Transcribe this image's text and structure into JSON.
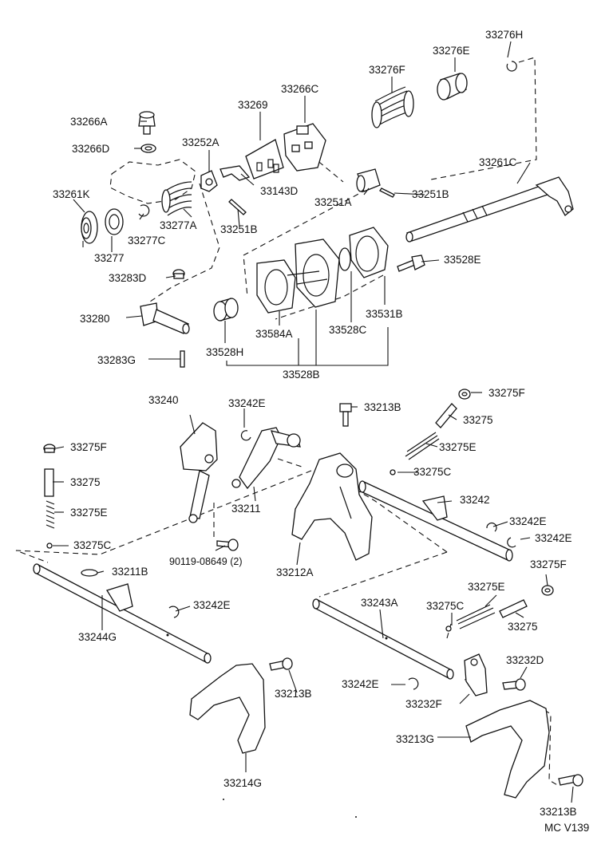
{
  "diagram_code": "MC V139",
  "labels": {
    "p33276H": "33276H",
    "p33276E": "33276E",
    "p33276F": "33276F",
    "p33266C": "33266C",
    "p33269": "33269",
    "p33266A": "33266A",
    "p33266D": "33266D",
    "p33252A": "33252A",
    "p33261C": "33261C",
    "p33261K": "33261K",
    "p33143D": "33143D",
    "p33251A": "33251A",
    "p33251B_1": "33251B",
    "p33277A": "33277A",
    "p33277C": "33277C",
    "p33251B_2": "33251B",
    "p33277": "33277",
    "p33528E": "33528E",
    "p33283D": "33283D",
    "p33280": "33280",
    "p33531B": "33531B",
    "p33584A": "33584A",
    "p33528C": "33528C",
    "p33528H": "33528H",
    "p33283G": "33283G",
    "p33528B": "33528B",
    "p33240": "33240",
    "p33242E_1": "33242E",
    "p33275F_1": "33275F",
    "p33213B_1": "33213B",
    "p33275_1": "33275",
    "p33275E_1": "33275E",
    "p33275F_2": "33275F",
    "p33275C_1": "33275C",
    "p33275_2": "33275",
    "p33242": "33242",
    "p33211": "33211",
    "p33275E_2": "33275E",
    "p33242E_2": "33242E",
    "p33242E_3": "33242E",
    "p33275C_2": "33275C",
    "p90119": "90119-08649 (2)",
    "p33212A": "33212A",
    "p33275F_3": "33275F",
    "p33211B": "33211B",
    "p33275E_3": "33275E",
    "p33243A": "33243A",
    "p33275C_3": "33275C",
    "p33242E_4": "33242E",
    "p33275_3": "33275",
    "p33244G": "33244G",
    "p33232D": "33232D",
    "p33213B_2": "33213B",
    "p33242E_5": "33242E",
    "p33232F": "33232F",
    "p33213G": "33213G",
    "p33214G": "33214G",
    "p33213B_3": "33213B"
  }
}
